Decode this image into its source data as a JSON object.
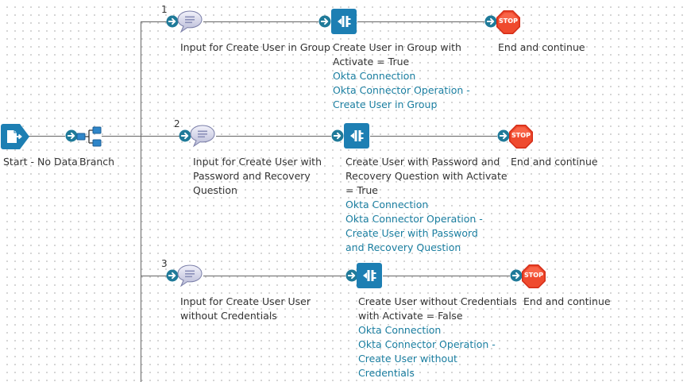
{
  "start": {
    "label": "Start - No Data"
  },
  "branch": {
    "label": "Branch"
  },
  "paths": [
    {
      "number": "1",
      "message": {
        "lines": [
          "Input for Create User in Group"
        ]
      },
      "connector": {
        "lines": [
          "Create User in Group with",
          "Activate = True"
        ]
      },
      "connection": "Okta Connection",
      "operation": [
        "Okta Connector Operation -",
        "Create User in Group"
      ],
      "stop": {
        "badge": "STOP",
        "label": "End and continue"
      }
    },
    {
      "number": "2",
      "message": {
        "lines": [
          "Input for Create User with",
          "Password and Recovery",
          "Question"
        ]
      },
      "connector": {
        "lines": [
          "Create User with Password and",
          "Recovery Question with Activate",
          "= True"
        ]
      },
      "connection": "Okta Connection",
      "operation": [
        "Okta Connector Operation -",
        "Create User with Password",
        "and Recovery Question"
      ],
      "stop": {
        "badge": "STOP",
        "label": "End and continue"
      }
    },
    {
      "number": "3",
      "message": {
        "lines": [
          "Input for Create User User",
          "without Credentials"
        ]
      },
      "connector": {
        "lines": [
          "Create User without Credentials",
          "with Activate = False"
        ]
      },
      "connection": "Okta Connection",
      "operation": [
        "Okta Connector Operation -",
        "Create User without",
        "Credentials"
      ],
      "stop": {
        "badge": "STOP",
        "label": "End and continue"
      }
    }
  ],
  "colors": {
    "connector_blue": "#1d7fb3",
    "arrow_teal": "#1f7a99",
    "stop_red": "#e8361e",
    "link_teal": "#1a7ea0",
    "line_gray": "#666666"
  },
  "icons": {
    "start": "start-document-icon",
    "branch": "branch-icon",
    "message": "speech-bubble-icon",
    "connector": "connector-plug-icon",
    "stop": "stop-sign-icon",
    "arrow": "arrow-right-circle-icon"
  }
}
